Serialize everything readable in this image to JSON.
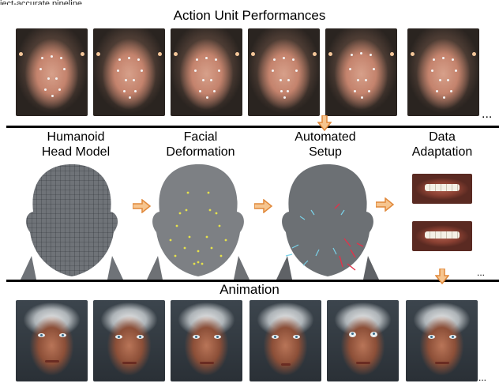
{
  "top_fragment": "ject-accurate pipeline",
  "sections": {
    "action_units": {
      "title": "Action Unit Performances",
      "ellipsis": "..."
    },
    "pipeline": {
      "stages": [
        {
          "line1": "Humanoid",
          "line2": "Head Model"
        },
        {
          "line1": "Facial",
          "line2": "Deformation"
        },
        {
          "line1": "Automated",
          "line2": "Setup"
        },
        {
          "line1": "Data",
          "line2": "Adaptation"
        }
      ],
      "ellipsis": "..."
    },
    "animation": {
      "title": "Animation",
      "ellipsis": "..."
    }
  },
  "colors": {
    "arrow_fill": "#f6c58f",
    "arrow_stroke": "#e0883a",
    "mesh": "#6f7378",
    "rule": "#000000"
  }
}
